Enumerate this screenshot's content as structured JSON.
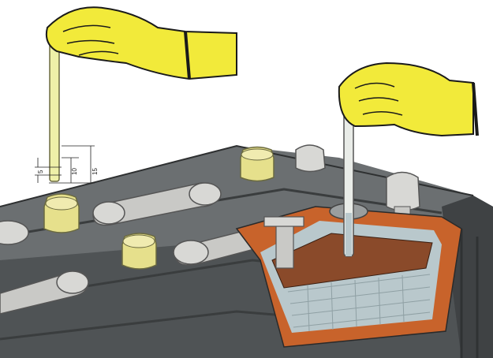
{
  "diagram": {
    "measurements": {
      "level_min_mm": "5",
      "level_mid_mm": "10",
      "level_max_mm": "15"
    },
    "colors": {
      "hand": "#f2ea3a",
      "hand_outline": "#1a1a1a",
      "casing": "#5a5e60",
      "casing_dark": "#3f4244",
      "casing_top": "#7b7f80",
      "lead": "#c9c9c6",
      "cap": "#e6e08c",
      "plate": "#8a4a2a",
      "electrolyte": "#b9c8cc",
      "cutaway_frame": "#c8632b",
      "background": "#ffffff"
    },
    "icons": [
      "hand-icon",
      "glass-tube-icon",
      "filler-cap-icon",
      "terminal-post-icon",
      "connector-strap-icon"
    ]
  }
}
